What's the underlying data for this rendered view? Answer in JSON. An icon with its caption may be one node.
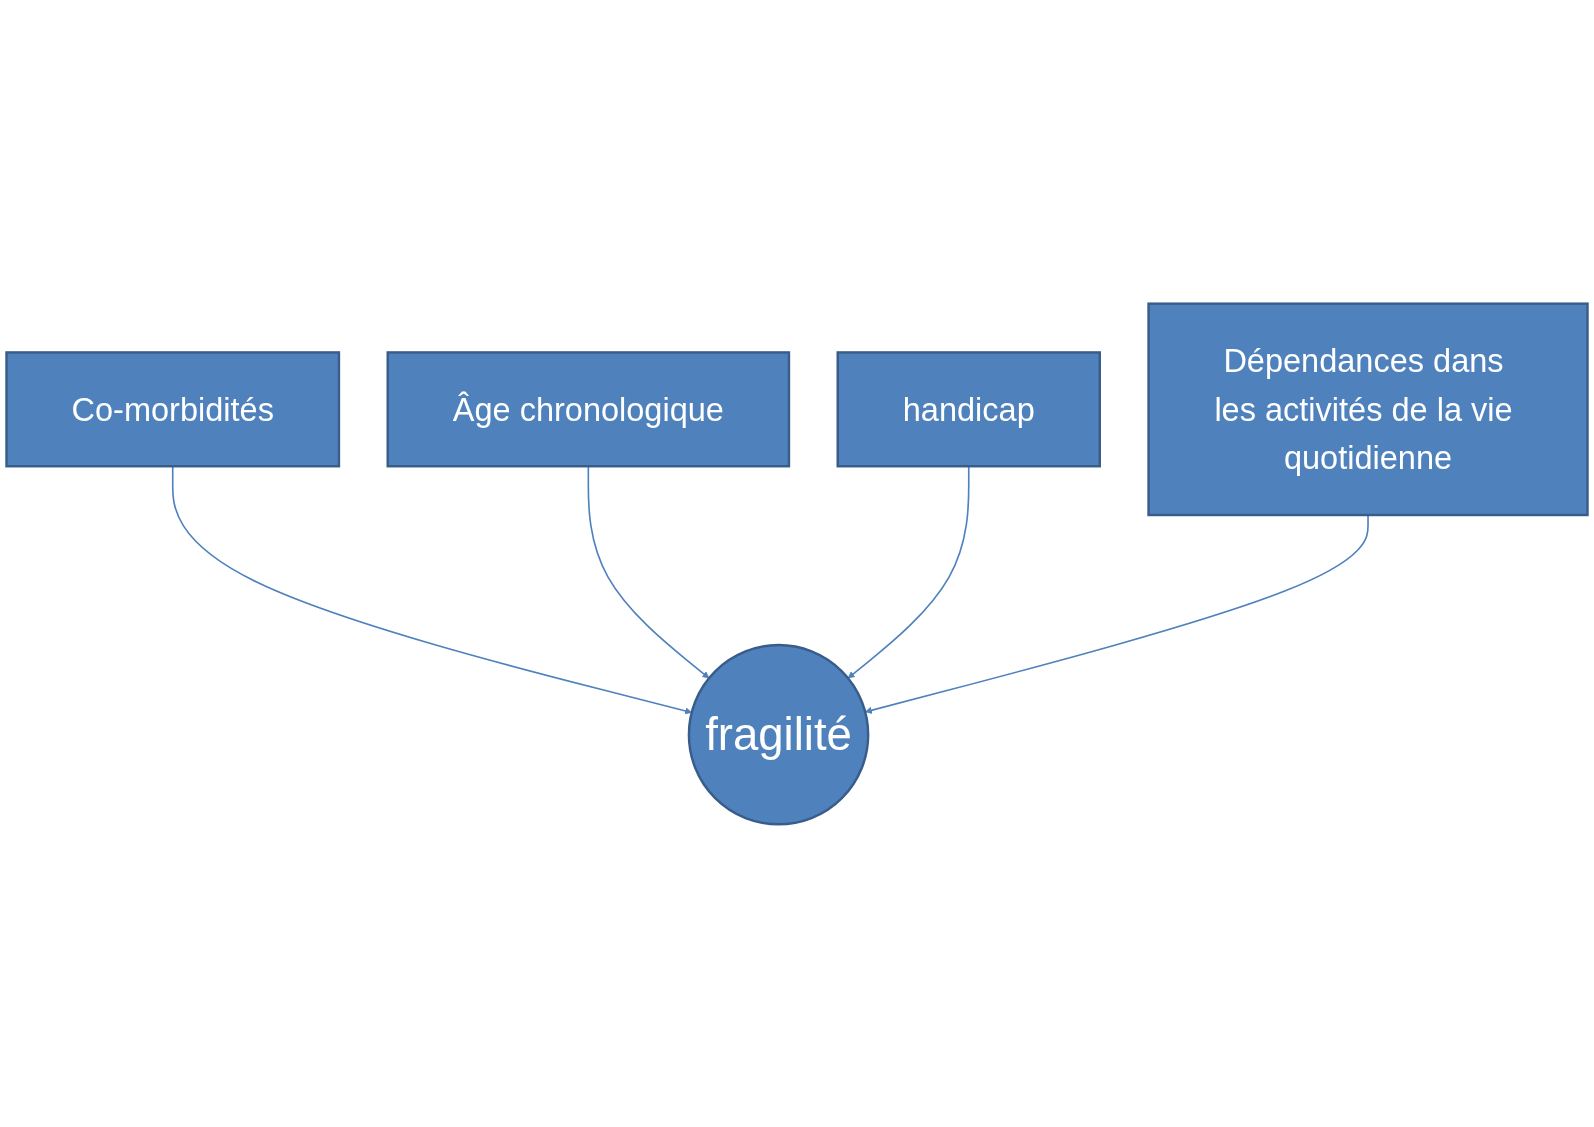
{
  "diagram": {
    "nodes": [
      {
        "text": [
          "Co-morbidités"
        ]
      },
      {
        "text": [
          "Âge chronologique"
        ]
      },
      {
        "text": [
          "fragilité"
        ]
      },
      {
        "text": [
          "handicap"
        ]
      },
      {
        "text": [
          "Dépendances dans les activités de la vie quotidienne"
        ]
      }
    ],
    "edges": [
      {
        "from": 0,
        "to": 2,
        "arrow": "to"
      },
      {
        "from": 1,
        "to": 2,
        "arrow": "to"
      },
      {
        "from": 3,
        "to": 2,
        "arrow": "to"
      },
      {
        "from": 4,
        "to": 2,
        "arrow": "to"
      }
    ]
  }
}
